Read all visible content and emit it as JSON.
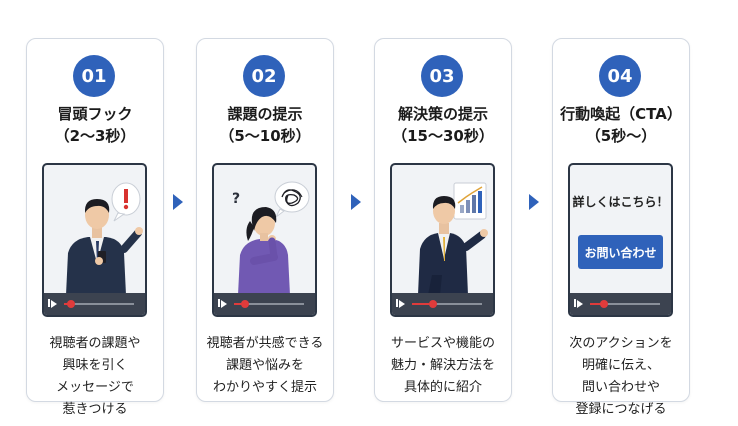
{
  "steps": [
    {
      "number": "01",
      "title": [
        "冒頭フック",
        "（2〜3秒）"
      ],
      "description": [
        "視聴者の課題や",
        "興味を引く",
        "メッセージで",
        "惹きつける"
      ],
      "progress": 0.1
    },
    {
      "number": "02",
      "title": [
        "課題の提示",
        "（5〜10秒）"
      ],
      "description": [
        "視聴者が共感できる",
        "課題や悩みを",
        "わかりやすく提示"
      ],
      "progress": 0.15
    },
    {
      "number": "03",
      "title": [
        "解決策の提示",
        "（15〜30秒）"
      ],
      "description": [
        "サービスや機能の",
        "魅力・解決方法を",
        "具体的に紹介"
      ],
      "progress": 0.3
    },
    {
      "number": "04",
      "title": [
        "行動喚起（CTA）",
        "（5秒〜）"
      ],
      "description": [
        "次のアクションを",
        "明確に伝え、",
        "問い合わせや",
        "登録につなげる"
      ],
      "progress": 0.2
    }
  ],
  "cta_screen": {
    "question": "詳しくはこちら！",
    "button_label": "お問い合わせ"
  },
  "colors": {
    "accent": "#2f62ba",
    "progress": "#e03b3b",
    "player_bar": "#3c4350"
  },
  "icons": {
    "arrow": "chevron-right-icon",
    "play": "play-icon"
  }
}
